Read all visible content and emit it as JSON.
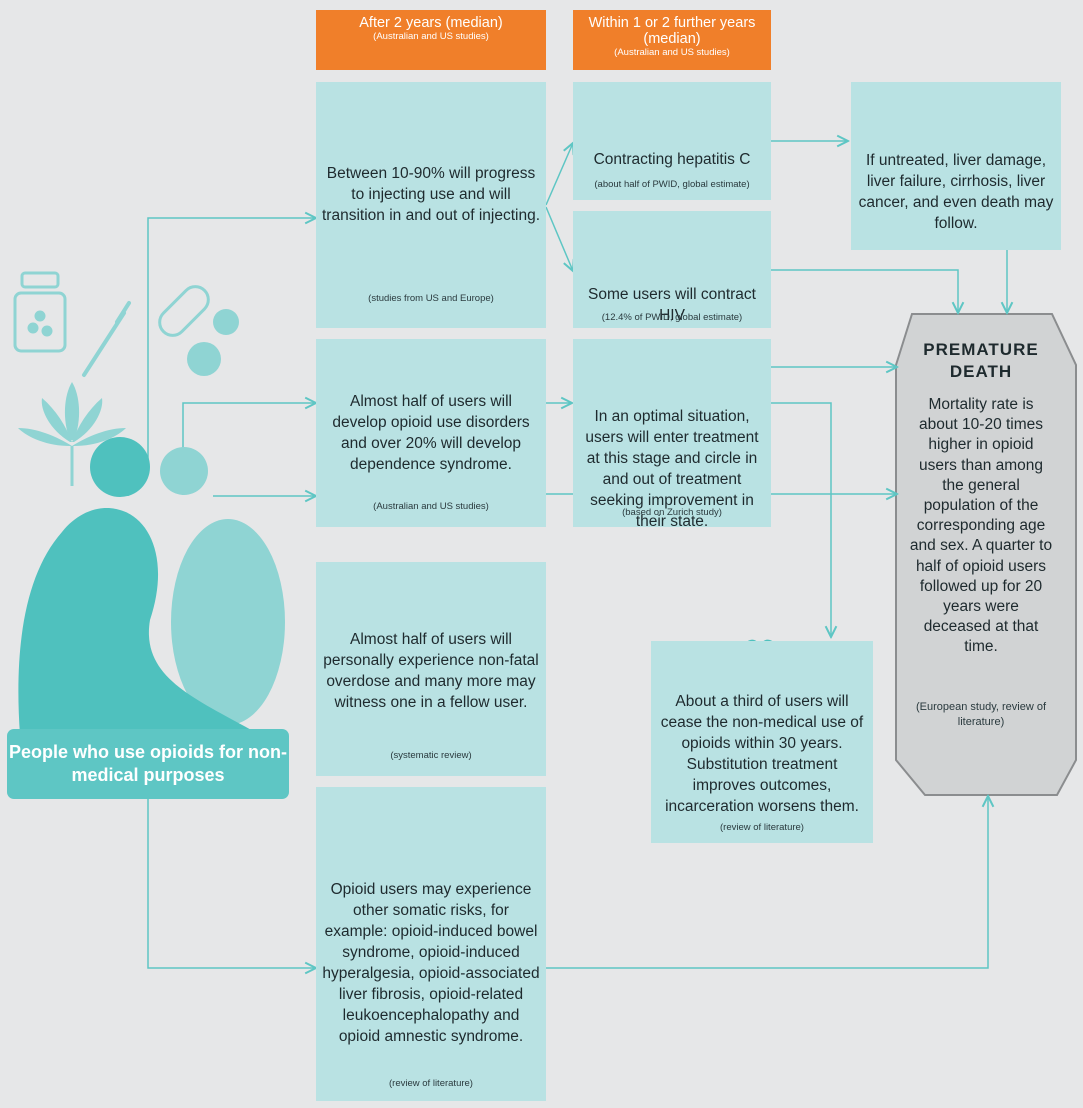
{
  "headers": {
    "col1": {
      "main": "After 2 years (median)",
      "sub": "(Australian and US studies)"
    },
    "col2": {
      "main": "Within 1 or 2 further years (median)",
      "sub": "(Australian and US studies)"
    }
  },
  "boxes": {
    "injecting": {
      "text": "Between 10-90% will progress to injecting use and will transition in and out of injecting.",
      "source": "(studies from US and Europe)"
    },
    "hepc": {
      "text": "Contracting hepatitis C",
      "source": "(about half of PWID, global estimate)"
    },
    "liver": {
      "text": "If untreated, liver damage, liver failure, cirrhosis, liver cancer, and even death may follow."
    },
    "hiv": {
      "text": "Some users will contract HIV",
      "source": "(12.4% of PWID, global estimate)"
    },
    "disorder": {
      "text": "Almost half of users will develop opioid use disorders and over 20% will develop dependence syndrome.",
      "source": "(Australian and US studies)"
    },
    "treatment": {
      "text": "In an optimal situation, users will enter treatment at this stage and circle in and out of treatment seeking improvement in their state.",
      "source": "(based on Zurich study)"
    },
    "overdose": {
      "text": "Almost half of users will personally experience non-fatal overdose and many more may witness one in a fellow user.",
      "source": "(systematic review)"
    },
    "cease": {
      "text": "About a third of users will cease the non-medical use of opioids within 30 years. Substitution treatment improves outcomes, incarceration worsens them.",
      "source": "(review of literature)"
    },
    "somatic": {
      "text": "Opioid users may experience other somatic risks, for example: opioid-induced bowel syndrome, opioid-induced hyperalgesia, opioid-associated liver fibrosis, opioid-related leukoencephalopathy and opioid amnestic syndrome.",
      "source": "(review of literature)"
    }
  },
  "coffin": {
    "title": "PREMATURE DEATH",
    "text": "Mortality rate is about 10-20 times higher in opioid users than among the general population of the corresponding age and sex. A quarter to half of opioid users followed up for 20 years were deceased at that time.",
    "source": "(European study, review of literature)"
  },
  "people_label": "People who use opioids for non-medical purposes",
  "colors": {
    "header": "#f07f2a",
    "box": "#b9e2e3",
    "arrow": "#5ec6c4",
    "icon": "#4fc1be",
    "background": "#e6e7e8",
    "coffin": "#d1d3d4"
  },
  "icons": [
    "syringe-icon",
    "virus-icon",
    "liver-icon",
    "ribbon-icon",
    "medical-cross-icon",
    "hospital-icon",
    "ambulance-icon",
    "heartbeat-icon",
    "doctor-icon",
    "pill-bottle-icon",
    "pills-icon",
    "cannabis-leaf-icon",
    "people-silhouette-icon"
  ]
}
